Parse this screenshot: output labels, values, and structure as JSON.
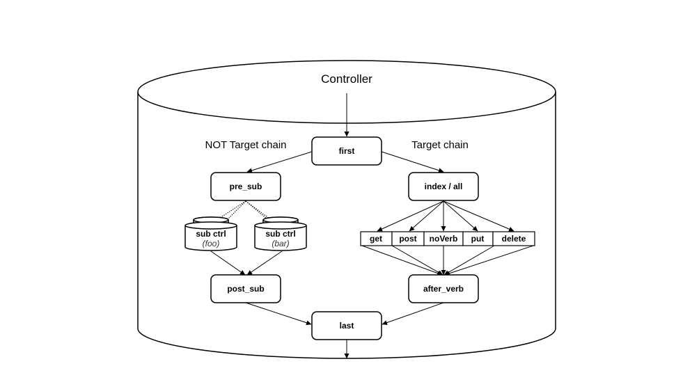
{
  "container": {
    "label": "Controller"
  },
  "chains": {
    "not_target": "NOT Target chain",
    "target": "Target chain"
  },
  "nodes": {
    "first": "first",
    "pre_sub": "pre_sub",
    "index_all": "index / all",
    "sub_ctrl_foo": {
      "label": "sub ctrl",
      "name": "(foo)"
    },
    "sub_ctrl_bar": {
      "label": "sub ctrl",
      "name": "(bar)"
    },
    "verbs": [
      "get",
      "post",
      "noVerb",
      "put",
      "delete"
    ],
    "post_sub": "post_sub",
    "after_verb": "after_verb",
    "last": "last"
  }
}
